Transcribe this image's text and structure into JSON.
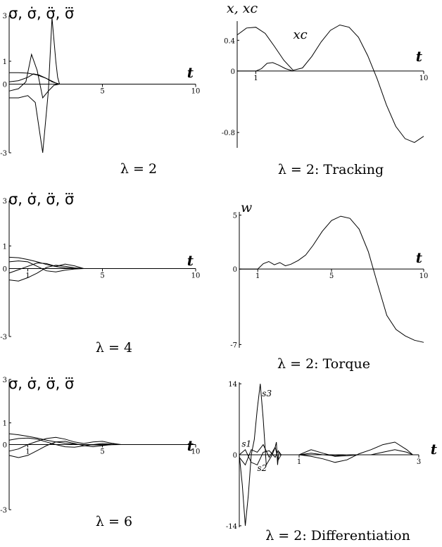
{
  "chart_data": [
    {
      "id": "p1",
      "type": "line",
      "ylabel": "σ, σ̇, σ̈, σ⃛",
      "xlabel": "t",
      "caption": "λ = 2",
      "xlim": [
        0,
        10
      ],
      "ylim": [
        -3,
        3
      ],
      "xticks": [
        5,
        10
      ],
      "yticks": [
        3,
        1,
        0,
        -3
      ],
      "series": [
        {
          "x": [
            0,
            0.5,
            1,
            1.5,
            2,
            2.5,
            2.7
          ],
          "y": [
            0.5,
            0.5,
            0.48,
            0.4,
            0.25,
            0.05,
            0
          ]
        },
        {
          "x": [
            0,
            0.5,
            1,
            1.3,
            1.6,
            2,
            2.3,
            2.6,
            2.7
          ],
          "y": [
            0.1,
            0.15,
            0.3,
            0.45,
            0.4,
            0.25,
            0.1,
            0.02,
            0
          ]
        },
        {
          "x": [
            0,
            0.5,
            0.9,
            1.2,
            1.5,
            1.8,
            2.1,
            2.4,
            2.7
          ],
          "y": [
            -0.3,
            -0.2,
            0.1,
            1.3,
            0.6,
            -0.6,
            -0.3,
            -0.05,
            0
          ]
        },
        {
          "x": [
            0,
            0.5,
            1,
            1.4,
            1.8,
            2.1,
            2.3,
            2.5,
            2.6,
            2.7
          ],
          "y": [
            -0.6,
            -0.6,
            -0.5,
            -0.8,
            -3,
            -0.3,
            2.9,
            1.0,
            0.3,
            0
          ]
        }
      ]
    },
    {
      "id": "p2",
      "type": "line",
      "ylabel": "x, xc",
      "xlabel": "t",
      "caption": "λ = 2:  Tracking",
      "xlim": [
        0,
        10
      ],
      "ylim": [
        -1,
        0.65
      ],
      "xticks": [
        1,
        10
      ],
      "yticks": [
        0.4,
        0,
        -0.8
      ],
      "annotations": [
        {
          "text": "xc",
          "x": 3.0,
          "y": 0.42
        }
      ],
      "series": [
        {
          "name": "x",
          "x": [
            0,
            0.5,
            1,
            1.5,
            2,
            2.5,
            3,
            3.5,
            4,
            4.5,
            5,
            5.5,
            6,
            6.5,
            7,
            7.5,
            8,
            8.5,
            9,
            9.5,
            10
          ],
          "y": [
            0.47,
            0.56,
            0.57,
            0.49,
            0.32,
            0.14,
            0.01,
            0.04,
            0.19,
            0.38,
            0.53,
            0.6,
            0.57,
            0.44,
            0.2,
            -0.1,
            -0.44,
            -0.72,
            -0.88,
            -0.93,
            -0.85
          ]
        },
        {
          "name": "xc",
          "x": [
            0,
            0.5,
            1,
            1.3,
            1.6,
            1.9,
            2.2,
            2.6,
            3.0
          ],
          "y": [
            0,
            0,
            0,
            0.03,
            0.1,
            0.11,
            0.08,
            0.03,
            0
          ]
        }
      ]
    },
    {
      "id": "p3",
      "type": "line",
      "ylabel": "σ, σ̇, σ̈, σ⃛",
      "xlabel": "t",
      "caption": "λ = 4",
      "xlim": [
        0,
        10
      ],
      "ylim": [
        -3,
        3
      ],
      "xticks": [
        1,
        5,
        10
      ],
      "yticks": [
        3,
        1,
        0,
        -3
      ],
      "series": [
        {
          "x": [
            0,
            0.5,
            1,
            1.5,
            2,
            2.5,
            3,
            3.5,
            4
          ],
          "y": [
            0.5,
            0.48,
            0.4,
            0.3,
            0.18,
            0.09,
            0.03,
            0.01,
            0
          ]
        },
        {
          "x": [
            0,
            0.5,
            1,
            1.5,
            2,
            2.5,
            3,
            3.5,
            4
          ],
          "y": [
            0.3,
            0.34,
            0.3,
            0.1,
            -0.1,
            -0.15,
            -0.07,
            -0.02,
            0
          ]
        },
        {
          "x": [
            0,
            0.5,
            1,
            1.5,
            2,
            2.5,
            3,
            3.5,
            4
          ],
          "y": [
            -0.2,
            -0.05,
            0.1,
            0.25,
            0.22,
            0.1,
            0.2,
            0.12,
            0
          ]
        },
        {
          "x": [
            0,
            0.5,
            1,
            1.5,
            2,
            2.5,
            3,
            3.5,
            4
          ],
          "y": [
            -0.5,
            -0.55,
            -0.4,
            -0.2,
            0.05,
            0.15,
            0.1,
            0.03,
            0
          ]
        }
      ]
    },
    {
      "id": "p4",
      "type": "line",
      "ylabel": "w",
      "xlabel": "t",
      "caption": "λ = 2:  Torque",
      "xlim": [
        0,
        10
      ],
      "ylim": [
        -7.3,
        5.3
      ],
      "xticks": [
        1,
        5,
        10
      ],
      "yticks": [
        5,
        0,
        -7
      ],
      "series": [
        {
          "x": [
            0,
            0.5,
            1,
            1.3,
            1.6,
            1.9,
            2.2,
            2.5,
            2.8,
            3.2,
            3.6,
            4,
            4.5,
            5,
            5.5,
            6,
            6.5,
            7,
            7.5,
            8,
            8.5,
            9,
            9.5,
            10
          ],
          "y": [
            0,
            0,
            0,
            0.5,
            0.7,
            0.4,
            0.6,
            0.3,
            0.45,
            0.8,
            1.3,
            2.2,
            3.5,
            4.5,
            4.9,
            4.7,
            3.7,
            1.6,
            -1.4,
            -4.3,
            -5.6,
            -6.2,
            -6.6,
            -6.8
          ]
        }
      ]
    },
    {
      "id": "p5",
      "type": "line",
      "ylabel": "σ, σ̇, σ̈, σ⃛",
      "xlabel": "t",
      "caption": "λ = 6",
      "xlim": [
        0,
        10
      ],
      "ylim": [
        -3,
        3
      ],
      "xticks": [
        1,
        5,
        10
      ],
      "yticks": [
        3,
        1,
        0,
        -3
      ],
      "series": [
        {
          "x": [
            0,
            0.5,
            1,
            1.5,
            2,
            2.5,
            3,
            3.5,
            4,
            4.5,
            5,
            5.5,
            6
          ],
          "y": [
            0.5,
            0.45,
            0.38,
            0.3,
            0.2,
            0.12,
            0.06,
            0.02,
            0,
            -0.02,
            -0.02,
            -0.01,
            0
          ]
        },
        {
          "x": [
            0,
            0.5,
            1,
            1.5,
            2,
            2.5,
            3,
            3.5,
            4,
            4.5,
            5,
            5.5,
            6
          ],
          "y": [
            0.2,
            0.28,
            0.3,
            0.25,
            0.12,
            0,
            -0.1,
            -0.12,
            -0.06,
            0,
            0.05,
            0.02,
            0
          ]
        },
        {
          "x": [
            0,
            0.5,
            1,
            1.5,
            2,
            2.5,
            3,
            3.5,
            4,
            4.5,
            5,
            5.5,
            6
          ],
          "y": [
            -0.3,
            -0.2,
            0,
            0.15,
            0.28,
            0.33,
            0.25,
            0.12,
            0.05,
            0.12,
            0.15,
            0.06,
            0
          ]
        },
        {
          "x": [
            0,
            0.5,
            1,
            1.5,
            2,
            2.5,
            3,
            3.5,
            4,
            4.5,
            5,
            5.5,
            6
          ],
          "y": [
            -0.5,
            -0.6,
            -0.5,
            -0.28,
            -0.05,
            0.12,
            0.15,
            0.05,
            -0.05,
            -0.1,
            -0.05,
            0,
            0
          ]
        }
      ]
    },
    {
      "id": "p6",
      "type": "line",
      "ylabel": "",
      "xlabel": "t",
      "caption": "λ = 2:  Differentiation",
      "xlim": [
        0,
        3
      ],
      "ylim": [
        -14.3,
        14.3
      ],
      "xticks": [
        1,
        3
      ],
      "yticks": [
        14,
        0,
        -14
      ],
      "annotations": [
        {
          "text": "s3",
          "x": 0.38,
          "y": 11.5
        },
        {
          "text": "s1",
          "x": 0.04,
          "y": 1.6
        },
        {
          "text": "s2",
          "x": 0.3,
          "y": -3.2
        }
      ],
      "series": [
        {
          "name": "s3",
          "x": [
            0,
            0.05,
            0.1,
            0.15,
            0.2,
            0.25,
            0.3,
            0.35,
            0.4,
            0.45,
            0.5,
            0.55,
            0.6,
            0.62,
            0.64,
            0.66,
            0.7,
            0.8,
            1,
            1.2,
            1.4,
            1.6,
            1.8,
            2,
            2.2,
            2.4,
            2.6,
            2.8,
            2.9
          ],
          "y": [
            0,
            -6,
            -14,
            -8,
            0,
            3,
            9,
            14,
            7,
            -2,
            -1,
            0,
            1.5,
            2.5,
            -2,
            0.5,
            0,
            0,
            0,
            0.3,
            0,
            -0.2,
            0,
            0,
            0,
            0,
            0,
            0,
            0
          ]
        },
        {
          "name": "s1",
          "x": [
            0,
            0.1,
            0.2,
            0.3,
            0.4,
            0.5,
            0.6,
            0.65,
            0.7,
            0.8,
            1,
            1.2,
            1.4,
            1.6,
            1.8,
            2,
            2.2,
            2.4,
            2.6,
            2.8,
            2.9
          ],
          "y": [
            -0.5,
            -2,
            1,
            0.5,
            2,
            -0.5,
            1.5,
            -1,
            0,
            0,
            0,
            1,
            0.3,
            -0.3,
            -0.2,
            0,
            0,
            0.5,
            1,
            0.5,
            0
          ]
        },
        {
          "name": "s2",
          "x": [
            0,
            0.1,
            0.2,
            0.3,
            0.4,
            0.5,
            0.6,
            0.65,
            0.7,
            0.8,
            1,
            1.2,
            1.4,
            1.6,
            1.8,
            2,
            2.2,
            2.4,
            2.6,
            2.8,
            2.9
          ],
          "y": [
            0,
            1,
            -1.5,
            -2,
            0.5,
            0.8,
            -0.5,
            0.8,
            0,
            0,
            0,
            -0.3,
            -0.8,
            -1.5,
            -1,
            0.2,
            1,
            2,
            2.5,
            1,
            0
          ]
        }
      ]
    }
  ]
}
